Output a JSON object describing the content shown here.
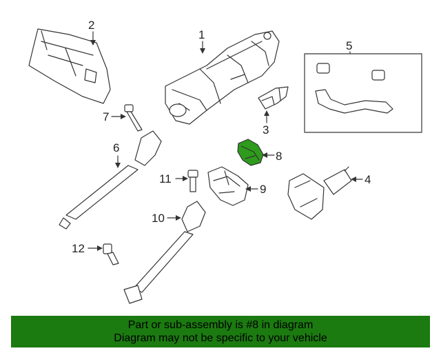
{
  "callouts": {
    "c1": "1",
    "c2": "2",
    "c3": "3",
    "c4": "4",
    "c5": "5",
    "c6": "6",
    "c7": "7",
    "c8": "8",
    "c9": "9",
    "c10": "10",
    "c11": "11",
    "c12": "12"
  },
  "colors": {
    "highlight": "#2e9b1c",
    "banner": "#1b7a10"
  },
  "banner": {
    "line1": "Part or sub-assembly is #8 in diagram",
    "line2": "Diagram may not be specific to your vehicle"
  }
}
